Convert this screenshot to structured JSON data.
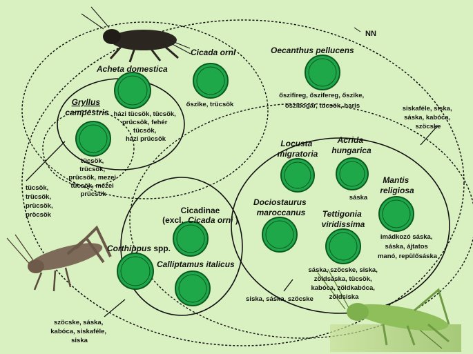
{
  "title": "NN",
  "colors": {
    "background": "#d9f0c0",
    "circle_fill": "#1fa84a",
    "circle_ring": "#0c5a22"
  },
  "species": {
    "acheta_domestica": "Acheta domestica",
    "gryllus_campestris": [
      "Gryllus",
      "campestris"
    ],
    "cicada_orni": "Cicada orni",
    "oecanthus_pellucens": "Oecanthus pellucens",
    "locusta_migratoria": [
      "Locusta",
      "migratoria"
    ],
    "acrida_hungarica": [
      "Acrida",
      "hungarica"
    ],
    "mantis_religiosa": [
      "Mantis",
      "religiosa"
    ],
    "dociostaurus_maroccanus": [
      "Dociostaurus",
      "maroccanus"
    ],
    "tettigonia_viridissima": [
      "Tettigonia",
      "viridissima"
    ],
    "cicadinae": "Cicadinae",
    "cicadinae_excl_prefix": "(excl.",
    "cicadinae_excl_taxon": "Cicada orni",
    "cicadinae_excl_suffix": ")",
    "corthippus_spp_taxon": "Corthippus",
    "corthippus_spp_suffix": " spp.",
    "calliptamus_italicus": "Calliptamus italicus"
  },
  "vernacular": {
    "acheta": [
      "házi tücsök, tücsök,",
      "prücsök, fehér",
      "tücsök,",
      "házi prücsök"
    ],
    "gryllus": [
      "tücsök,",
      "trücsök,",
      "prücsök, mezei",
      "tücsök, mezei",
      "prücsök"
    ],
    "cicada_orni": [
      "őszike, trücsök"
    ],
    "oecanthus": [
      "őszifireg, őszifereg, őszike,",
      "őszibogár, tücsök, haris"
    ],
    "crickets_group": [
      "tücsök,",
      "trücsök,",
      "prücsök,",
      "pröcsök"
    ],
    "orthoptera_group": [
      "siskaféle, siska,",
      "sáska, kabóca,",
      "szöcske"
    ],
    "acrida": [
      "sáska"
    ],
    "mantis": [
      "imádkozó sáska,",
      "sáska, ájtatos",
      "manó, repülősáska"
    ],
    "tettigonia": [
      "sáska, szöcske, siska,",
      "zöldsáska, tücsök,",
      "kabóca, zöldkabóca,",
      "zöldsiska"
    ],
    "acridid_group": [
      "siska, sáska, szöcske"
    ],
    "short_horned_group": [
      "szöcske, sáska,",
      "kabóca, siskaféle,",
      "siska"
    ]
  }
}
